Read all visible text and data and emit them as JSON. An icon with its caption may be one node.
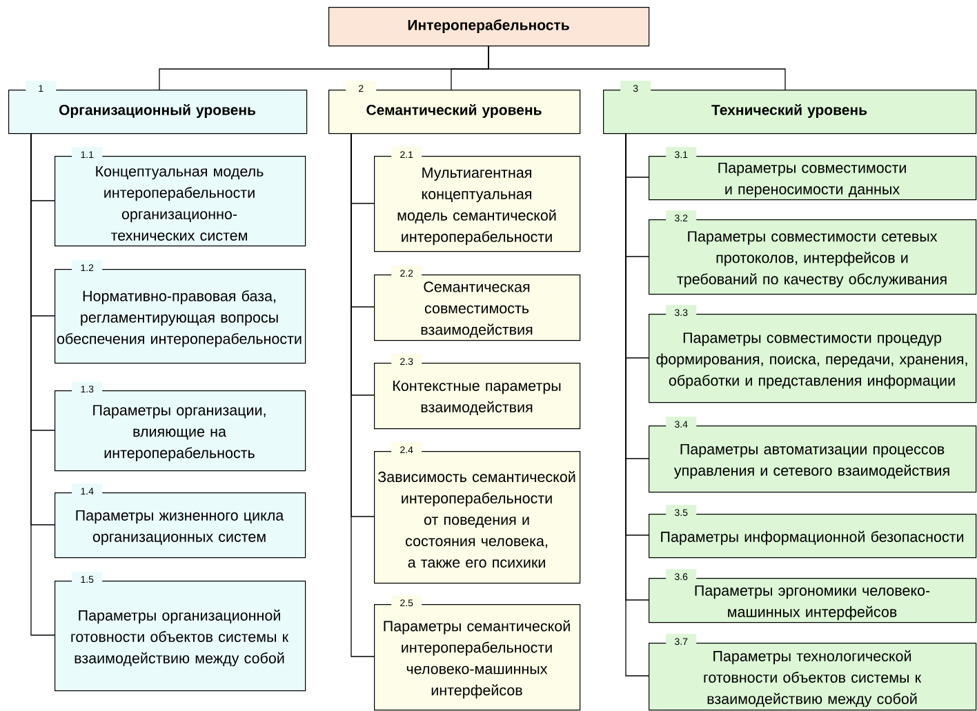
{
  "diagram": {
    "nodes": [
      {
        "text": [
          "Интероперабельность"
        ]
      },
      {
        "text": [
          "1",
          "Организационный уровень"
        ]
      },
      {
        "text": [
          "2",
          "Семантический уровень"
        ]
      },
      {
        "text": [
          "3",
          "Технический уровень"
        ]
      },
      {
        "text": [
          "1.1",
          "Концептуальная модель интероперабельности организационно-технических систем"
        ]
      },
      {
        "text": [
          "1.2",
          "Нормативно-правовая база, регламентирующая вопросы обеспечения интероперабельности"
        ]
      },
      {
        "text": [
          "1.3",
          "Параметры организации, влияющие на интероперабельность"
        ]
      },
      {
        "text": [
          "1.4",
          "Параметры жизненного цикла организационных систем"
        ]
      },
      {
        "text": [
          "1.5",
          "Параметры организационной готовности объектов системы к взаимодействию между собой"
        ]
      },
      {
        "text": [
          "2.1",
          "Мультиагентная концептуальная модель семантической интероперабельности"
        ]
      },
      {
        "text": [
          "2.2",
          "Семантическая совместимость взаимодействия"
        ]
      },
      {
        "text": [
          "2.3",
          "Контекстные параметры взаимодействия"
        ]
      },
      {
        "text": [
          "2.4",
          "Зависимость семантической интероперабельности от поведения и состояния человека, а также его психики"
        ]
      },
      {
        "text": [
          "2.5",
          "Параметры семантической интероперабельности человеко-машинных интерфейсов"
        ]
      },
      {
        "text": [
          "3.1",
          "Параметры совместимости и переносимости данных"
        ]
      },
      {
        "text": [
          "3.2",
          "Параметры совместимости сетевых протоколов, интерфейсов и требований по качеству обслуживания"
        ]
      },
      {
        "text": [
          "3.3",
          "Параметры совместимости процедур формирования, поиска, передачи, хранения, обработки и представления информации"
        ]
      },
      {
        "text": [
          "3.4",
          "Параметры автоматизации процессов управления и сетевого взаимодействия"
        ]
      },
      {
        "text": [
          "3.5",
          "Параметры информационной безопасности"
        ]
      },
      {
        "text": [
          "3.6",
          "Параметры эргономики человеко-машинных интерфейсов"
        ]
      },
      {
        "text": [
          "3.7",
          "Параметры технологической готовности объектов системы к взаимодействию между собой"
        ]
      }
    ],
    "edges": [
      {
        "from": 0,
        "to": 1,
        "arrow": "none"
      },
      {
        "from": 0,
        "to": 2,
        "arrow": "none"
      },
      {
        "from": 0,
        "to": 3,
        "arrow": "none"
      },
      {
        "from": 1,
        "to": 4,
        "arrow": "none"
      },
      {
        "from": 1,
        "to": 5,
        "arrow": "none"
      },
      {
        "from": 1,
        "to": 6,
        "arrow": "none"
      },
      {
        "from": 1,
        "to": 7,
        "arrow": "none"
      },
      {
        "from": 1,
        "to": 8,
        "arrow": "none"
      },
      {
        "from": 2,
        "to": 9,
        "arrow": "none"
      },
      {
        "from": 2,
        "to": 10,
        "arrow": "none"
      },
      {
        "from": 2,
        "to": 11,
        "arrow": "none"
      },
      {
        "from": 2,
        "to": 12,
        "arrow": "none"
      },
      {
        "from": 2,
        "to": 13,
        "arrow": "none"
      },
      {
        "from": 3,
        "to": 14,
        "arrow": "none"
      },
      {
        "from": 3,
        "to": 15,
        "arrow": "none"
      },
      {
        "from": 3,
        "to": 16,
        "arrow": "none"
      },
      {
        "from": 3,
        "to": 17,
        "arrow": "none"
      },
      {
        "from": 3,
        "to": 18,
        "arrow": "none"
      },
      {
        "from": 3,
        "to": 19,
        "arrow": "none"
      },
      {
        "from": 3,
        "to": 20,
        "arrow": "none"
      }
    ]
  }
}
